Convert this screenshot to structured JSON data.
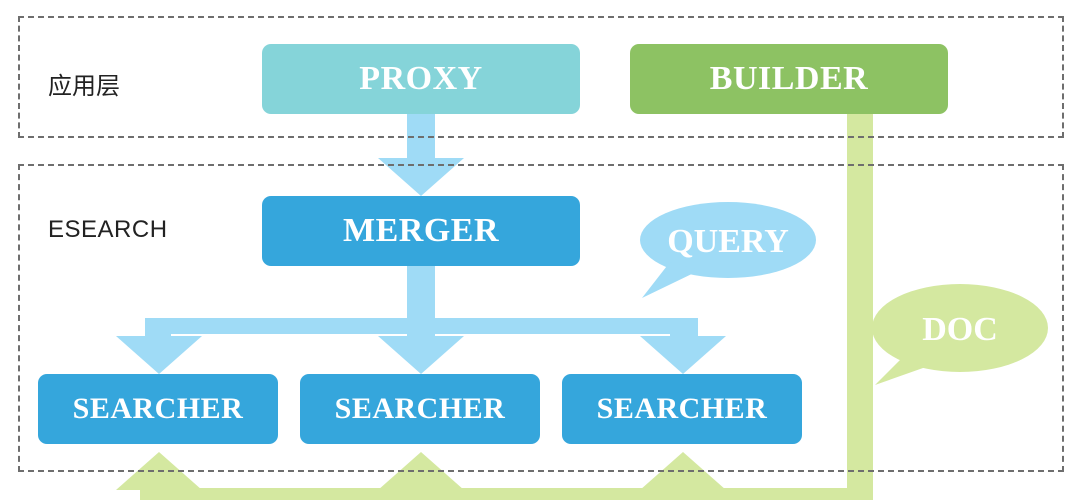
{
  "layers": {
    "app": {
      "label": "应用层"
    },
    "esearch": {
      "label": "ESEARCH"
    }
  },
  "nodes": {
    "proxy": "PROXY",
    "builder": "BUILDER",
    "merger": "MERGER",
    "searchers": [
      "SEARCHER",
      "SEARCHER",
      "SEARCHER"
    ]
  },
  "bubbles": {
    "query": "QUERY",
    "doc": "DOC"
  },
  "colors": {
    "query_flow": "#9fdbf6",
    "doc_flow": "#d4e8a0",
    "primary_box": "#35a6dc",
    "proxy_box": "#85d4d9",
    "builder_box": "#8dc263",
    "layer_border": "#6e6e6e"
  }
}
